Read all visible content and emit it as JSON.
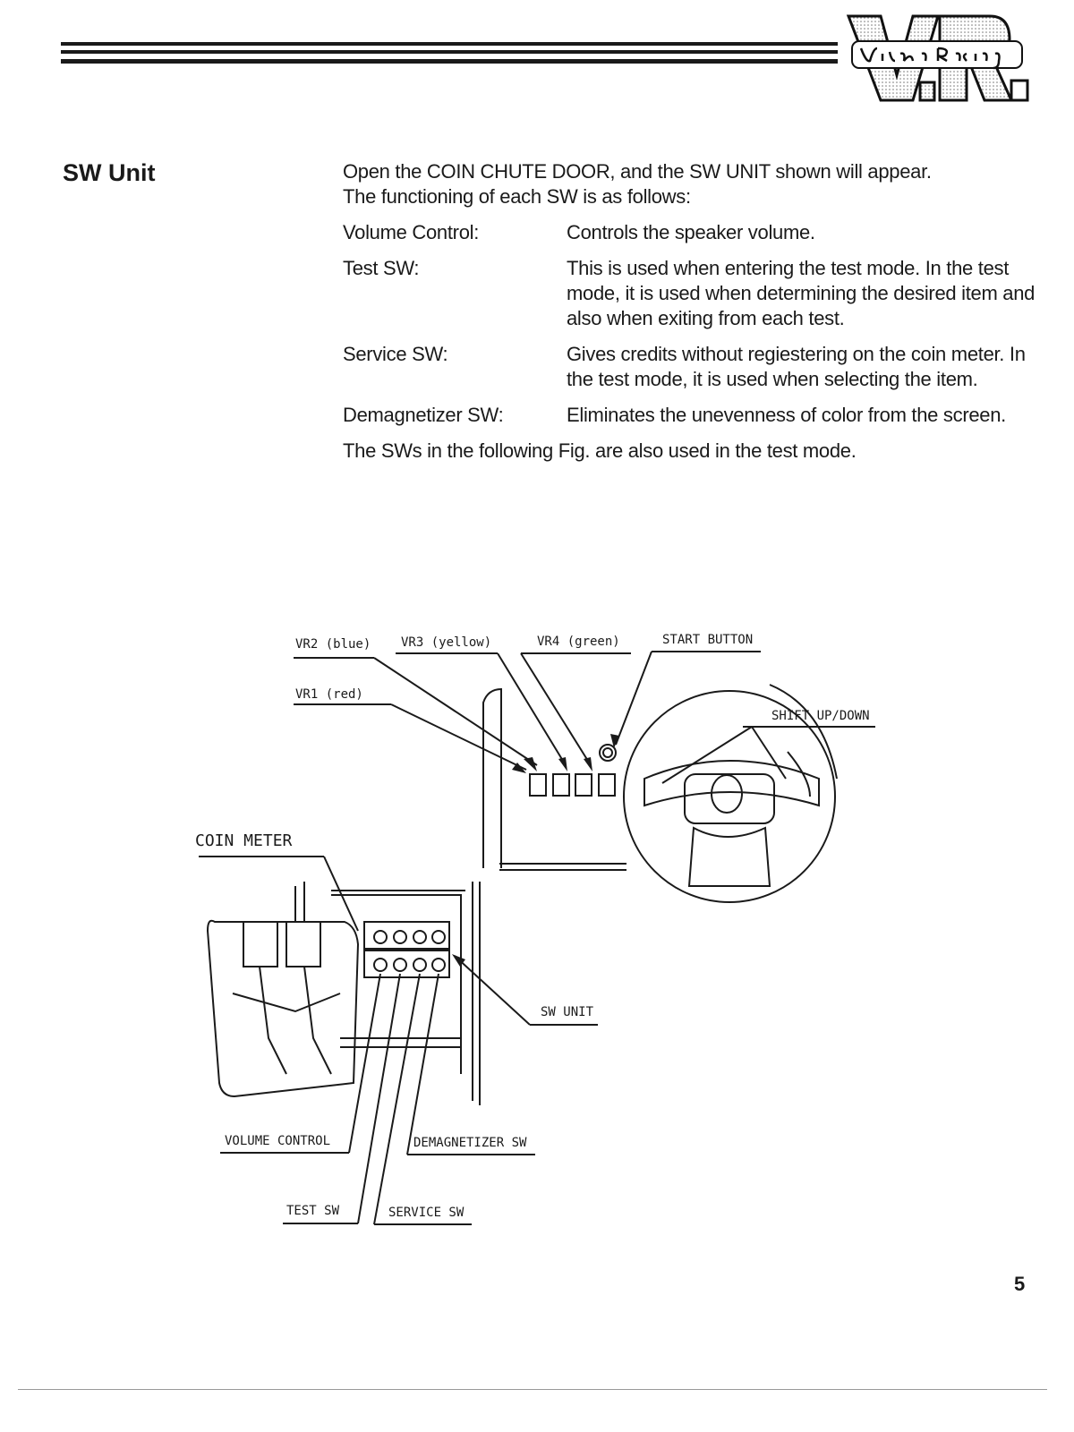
{
  "header": {
    "logo_text": "V.R.",
    "logo_script": "Virtua Racing"
  },
  "section": {
    "title": "SW Unit",
    "intro_line1": "Open the COIN CHUTE DOOR, and the SW UNIT shown will appear.",
    "intro_line2": "The functioning of each SW is as follows:",
    "items": [
      {
        "term": "Volume Control:",
        "desc": "Controls the speaker volume."
      },
      {
        "term": "Test SW:",
        "desc": "This is used when entering the test mode. In the test mode, it is used when determining the desired item and also when exiting from each test."
      },
      {
        "term": "Service SW:",
        "desc": "Gives credits without regiestering on the coin meter. In the test mode, it is used when selecting the item."
      },
      {
        "term": "Demagnetizer SW:",
        "desc": "Eliminates the unevenness of color from the screen."
      }
    ],
    "closing": "The SWs in the following Fig. are also used in the test mode."
  },
  "figure": {
    "labels": {
      "vr2": "VR2 (blue)",
      "vr3": "VR3 (yellow)",
      "vr4": "VR4 (green)",
      "start": "START BUTTON",
      "vr1": "VR1 (red)",
      "shift": "SHIFT UP/DOWN",
      "coin_meter": "COIN METER",
      "sw_unit": "SW UNIT",
      "volume": "VOLUME CONTROL",
      "demag": "DEMAGNETIZER SW",
      "test": "TEST SW",
      "service": "SERVICE SW"
    }
  },
  "footer": {
    "page_number": "5"
  }
}
